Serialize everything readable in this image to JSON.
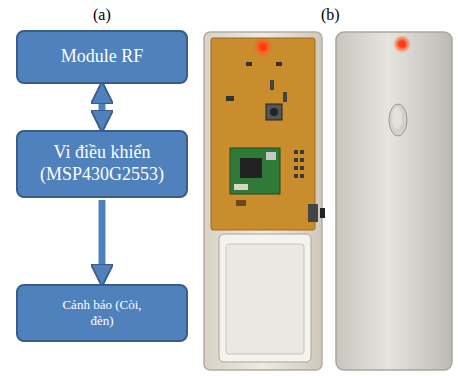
{
  "diagram": {
    "nodes": [
      {
        "text": [
          "Module RF"
        ]
      },
      {
        "text": [
          "Vi điều khiển (MSP430G2553)"
        ]
      },
      {
        "text": [
          "Cảnh báo (Còi, đèn)"
        ]
      }
    ],
    "edges": [
      {
        "from": 0,
        "to": 1,
        "arrow": "both"
      },
      {
        "from": 1,
        "to": 2,
        "arrow": "to"
      }
    ],
    "labels": [
      "(a)",
      "(b)"
    ]
  }
}
